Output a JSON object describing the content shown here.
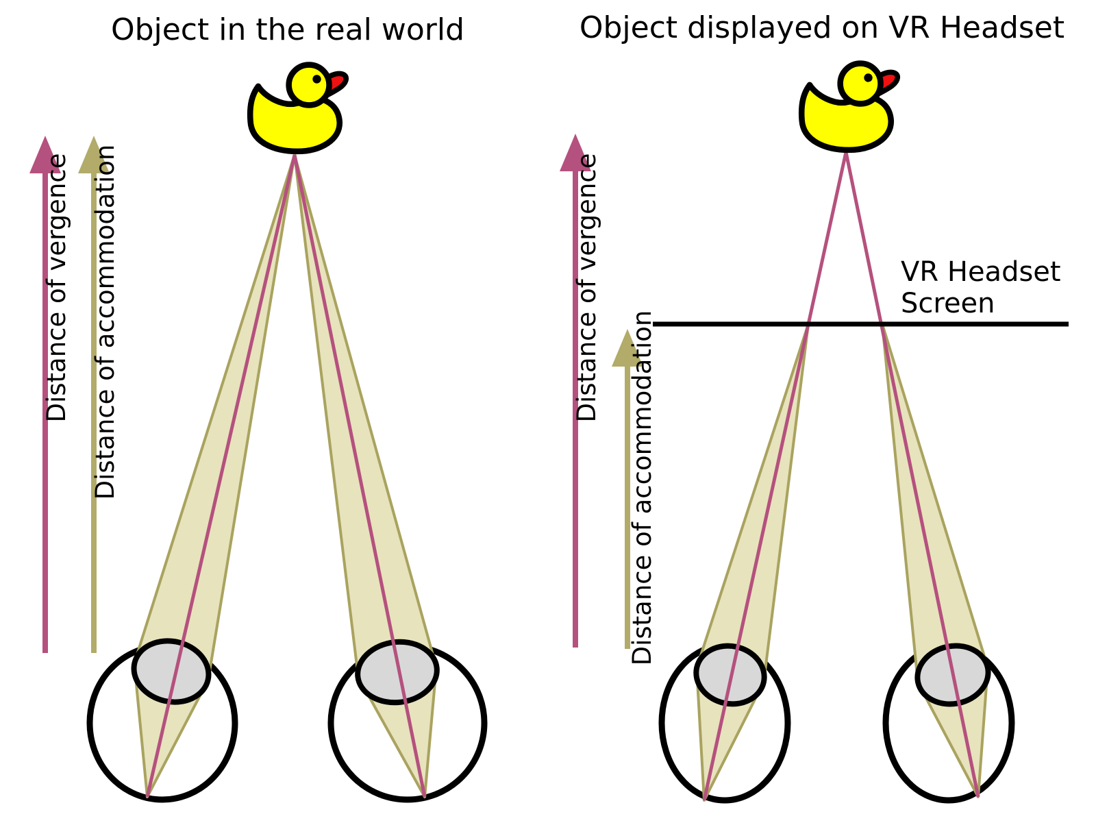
{
  "diagram": {
    "left_panel": {
      "title": "Object in the real world",
      "vergence_arrow_label": "Distance of vergence",
      "accommodation_arrow_label": "Distance of accommodation"
    },
    "right_panel": {
      "title": "Object displayed on VR Headset",
      "vergence_arrow_label": "Distance of vergence",
      "accommodation_arrow_label": "Distance of accommodation",
      "screen_label_line1": "VR Headset",
      "screen_label_line2": "Screen"
    },
    "colors": {
      "vergence_pink": "#b5517e",
      "accommodation_olive": "#b2ab69",
      "cone_fill": "#e7e3bd",
      "cone_stroke": "#a9a35f",
      "duck_yellow": "#ffff00",
      "beak_red": "#ee1111",
      "lens_gray": "#d8d8d8",
      "eye_white": "#ffffff",
      "outline_black": "#000000"
    }
  }
}
